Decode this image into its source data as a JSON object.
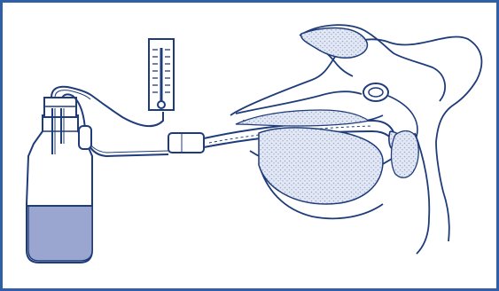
{
  "colors": {
    "frame_border": "#2f5fa7",
    "line": "#1f3c7a",
    "liquid": "#9aa6cf",
    "liquid_top": "#8593c4",
    "dotted_fill": "#dfe5f3",
    "white": "#ffffff"
  },
  "figure": {
    "parts": [
      "frame",
      "collection-bottle",
      "liquid",
      "bottle-stopper",
      "wall-thermometer",
      "suction-tubing",
      "inline-connector",
      "catheter",
      "patient-head-profile",
      "nasal-cavity",
      "oral-cavity",
      "ear-sensor"
    ]
  }
}
